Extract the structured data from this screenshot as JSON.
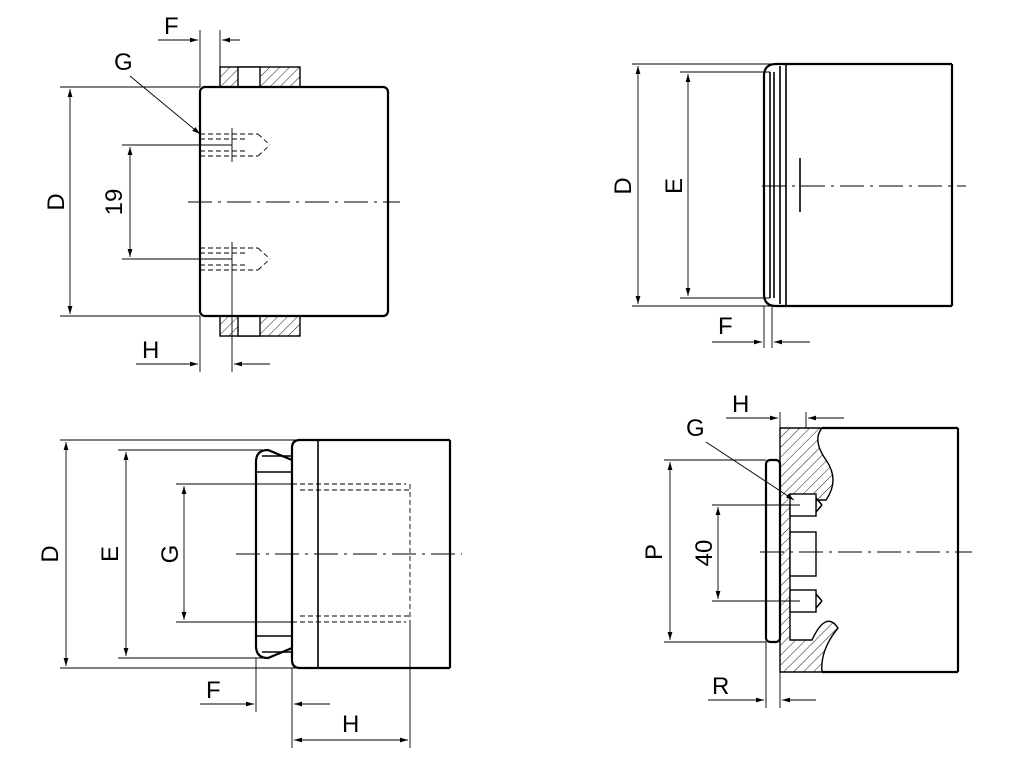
{
  "views": {
    "top_left": {
      "labels": {
        "F": "F",
        "G": "G",
        "D": "D",
        "dim_19": "19",
        "H": "H"
      }
    },
    "top_right": {
      "labels": {
        "D": "D",
        "E": "E",
        "F": "F"
      }
    },
    "bottom_left": {
      "labels": {
        "D": "D",
        "E": "E",
        "G": "G",
        "F": "F",
        "H": "H"
      }
    },
    "bottom_right": {
      "labels": {
        "H": "H",
        "G": "G",
        "P": "P",
        "dim_40": "40",
        "R": "R"
      }
    }
  }
}
